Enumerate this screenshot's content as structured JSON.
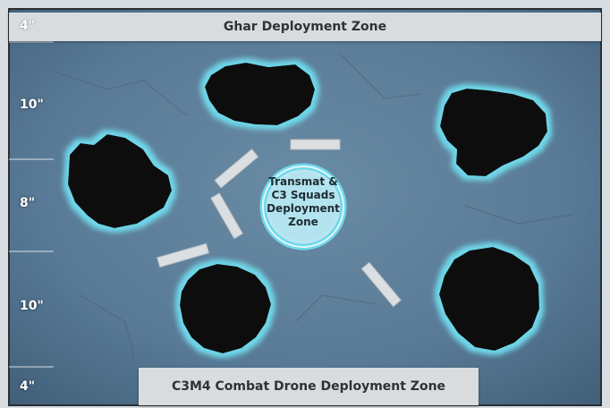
{
  "top_zone": {
    "label": "Ghar Deployment Zone"
  },
  "bottom_zone": {
    "label": "C3M4 Combat Drone Deployment Zone"
  },
  "center_zone": {
    "label": "Transmat & C3 Squads Deployment Zone"
  },
  "measurements": {
    "top": "4\"",
    "upper": "10\"",
    "middle": "8\"",
    "lower": "10\"",
    "bottom": "4\""
  },
  "colors": {
    "frame": "#d8dde2",
    "table": "#5b7f9c",
    "terrain": "#0a0a0a",
    "terrain_glow": "#6fd8ea",
    "obstacle": "#dcdfe2",
    "banner": "#d9dcdf"
  },
  "icons": {
    "terrain": "ruin-icon",
    "obstacle": "wall-segment-icon"
  }
}
